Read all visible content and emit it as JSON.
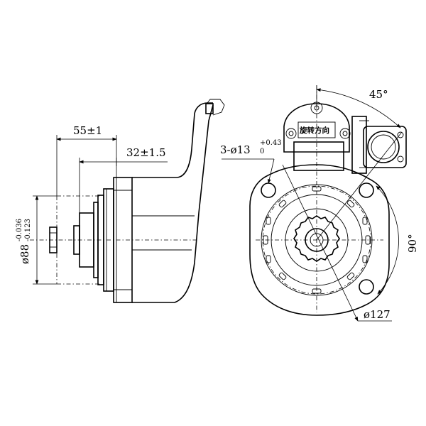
{
  "side_view": {
    "dim_length": "55±1",
    "dim_flange": "32±1.5",
    "dim_diameter_main": "ø88",
    "dim_diameter_upper": "-0.036",
    "dim_diameter_lower": "-0.123"
  },
  "front_view": {
    "dim_holes_main": "3-ø13",
    "dim_holes_upper": "+0.43",
    "dim_holes_lower": "0",
    "dim_angle": "45°",
    "dim_pitch": "90°",
    "dim_circle": "ø127",
    "rotation_label": "旋转方向"
  }
}
